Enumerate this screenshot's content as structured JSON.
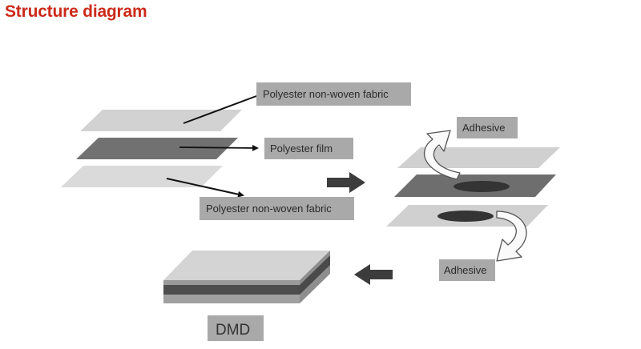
{
  "title": "Structure diagram",
  "labels": {
    "top_layer": "Polyester non-woven fabric",
    "middle_layer": "Polyester film",
    "bottom_layer": "Polyester non-woven fabric",
    "adhesive_top": "Adhesive",
    "adhesive_bottom": "Adhesive",
    "product": "DMD"
  },
  "colors": {
    "title": "#cc2a1a",
    "fabric_layer": "#cfcfcf",
    "film_layer": "#6d6d6d",
    "label_box": "#a8a8a8",
    "adhesive_spot": "#3a3a3a",
    "arrow": "#3a3a3a"
  },
  "icons": {
    "flow_arrow_right": "block-arrow-right-icon",
    "flow_arrow_left": "block-arrow-left-icon",
    "adhesive_arrow_top": "curved-arrow-up-icon",
    "adhesive_arrow_bottom": "curved-arrow-down-icon"
  }
}
